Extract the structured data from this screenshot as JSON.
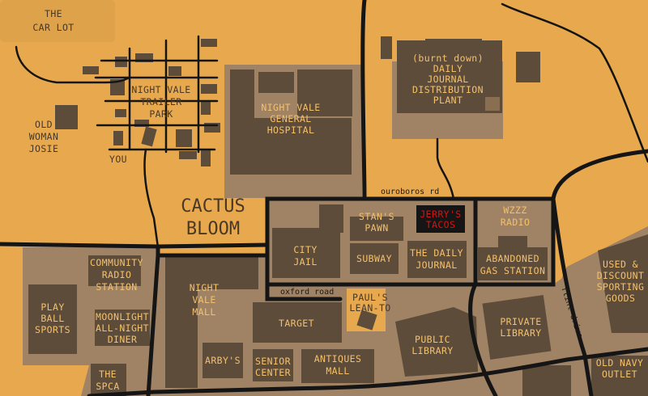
{
  "labels": {
    "car_lot": [
      "THE",
      "CAR LOT"
    ],
    "trailer_park": [
      "NIGHT VALE",
      "TRAILER",
      "PARK"
    ],
    "old_woman_josie": [
      "OLD",
      "WOMAN",
      "JOSIE"
    ],
    "you": "YOU",
    "hospital": [
      "NIGHT VALE",
      "GENERAL",
      "HOSPITAL"
    ],
    "daily_journal_plant": [
      "(burnt down)",
      "DAILY",
      "JOURNAL",
      "DISTRIBUTION",
      "PLANT"
    ],
    "cactus_bloom": [
      "CACTUS",
      "BLOOM"
    ],
    "city_jail": [
      "CITY",
      "JAIL"
    ],
    "stans_pawn": [
      "STAN'S",
      "PAWN"
    ],
    "jerrys_tacos": [
      "JERRY'S",
      "TACOS"
    ],
    "wzzz_radio": [
      "WZZZ",
      "RADIO"
    ],
    "subway": "SUBWAY",
    "daily_journal": [
      "THE DAILY",
      "JOURNAL"
    ],
    "abandoned_gas_station": [
      "ABANDONED",
      "GAS STATION"
    ],
    "community_radio_station": [
      "COMMUNITY",
      "RADIO",
      "STATION"
    ],
    "play_ball_sports": [
      "PLAY",
      "BALL",
      "SPORTS"
    ],
    "moonlight_diner": [
      "MOONLIGHT",
      "ALL-NIGHT",
      "DINER"
    ],
    "the_spca": [
      "THE",
      "SPCA"
    ],
    "night_vale_mall": [
      "NIGHT",
      "VALE",
      "MALL"
    ],
    "target": "TARGET",
    "pauls_lean_to": [
      "PAUL'S",
      "LEAN-TO"
    ],
    "public_library": [
      "PUBLIC",
      "LIBRARY"
    ],
    "private_library": [
      "PRIVATE",
      "LIBRARY"
    ],
    "arbys": "ARBY'S",
    "senior_center": [
      "SENIOR",
      "CENTER"
    ],
    "antiques_mall": [
      "ANTIQUES",
      "MALL"
    ],
    "sporting_goods": [
      "USED &",
      "DISCOUNT",
      "SPORTING",
      "GOODS"
    ],
    "old_navy": [
      "OLD NAVY",
      "OUTLET"
    ]
  },
  "roads": {
    "ouroboros": "ouroboros rd",
    "oxford": "oxford road",
    "flint": "flint drive"
  },
  "colors": {
    "desert": "#e8a94e",
    "lot": "#a08264",
    "building": "#5e4c3a",
    "label": "#f3c06c",
    "road": "#151515",
    "highlight": "#e01010"
  }
}
